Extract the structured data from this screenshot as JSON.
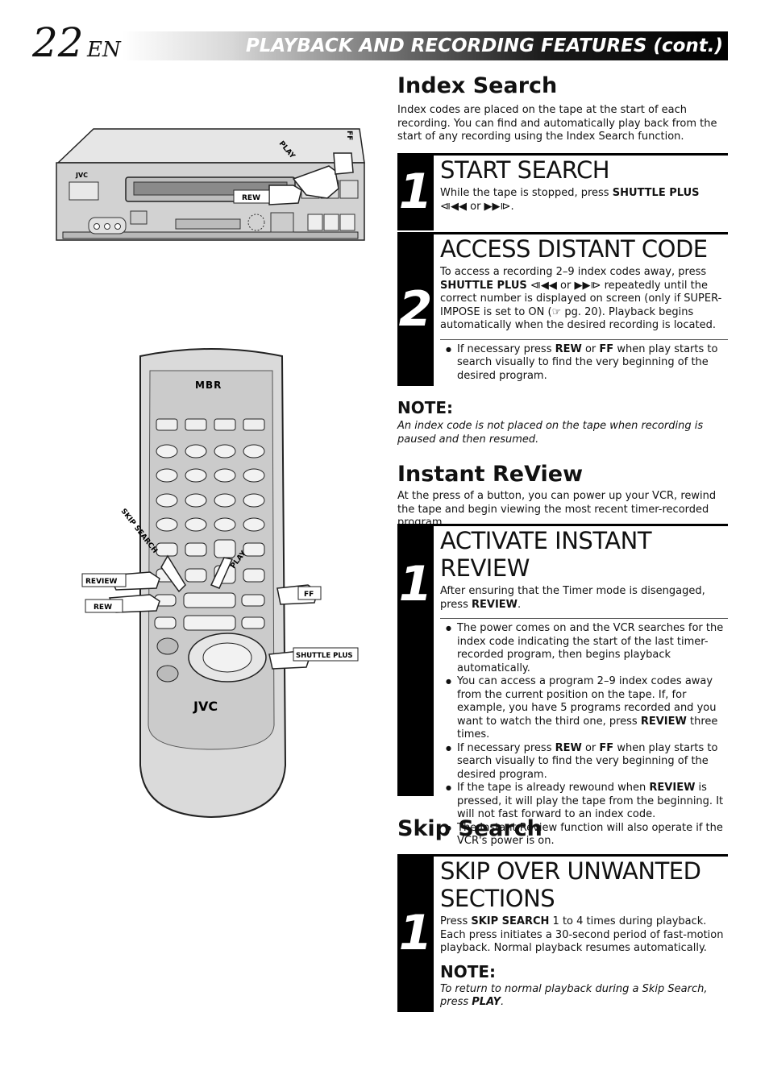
{
  "header": {
    "page_number": "22",
    "lang": "EN",
    "title": "PLAYBACK AND RECORDING FEATURES (cont.)"
  },
  "index_search": {
    "heading": "Index Search",
    "intro": "Index codes are placed on the tape at the start of each recording. You can find and automatically play back from the start of any recording using the Index Search function.",
    "step1": {
      "num": "1",
      "title": "START SEARCH",
      "t1": "While the tape is stopped, press ",
      "b1": "SHUTTLE PLUS",
      "t2": " ⧏◀◀ or ▶▶⧐."
    },
    "step2": {
      "num": "2",
      "title": "ACCESS DISTANT CODE",
      "t1": "To access a recording 2–9 index codes away, press ",
      "b1": "SHUTTLE PLUS",
      "t2": " ⧏◀◀ or ▶▶⧐ repeatedly until the correct number is displayed on screen (only if SUPER-IMPOSE is set to ON (☞ pg. 20). Playback begins automatically when the desired recording is located.",
      "bullet": {
        "t1": "If necessary press ",
        "b1": "REW",
        "t2": " or ",
        "b2": "FF",
        "t3": " when play starts to search visually to find the very beginning of the desired program."
      }
    },
    "note_heading": "NOTE:",
    "note": "An index code is not placed on the tape when recording is paused and then resumed."
  },
  "instant_review": {
    "heading": "Instant ReView",
    "intro": "At the press of a button, you can power up your VCR, rewind the tape and begin viewing the most recent timer-recorded program.",
    "step": {
      "num": "1",
      "title": "ACTIVATE INSTANT REVIEW",
      "t1": "After ensuring that the Timer mode is disengaged, press ",
      "b1": "REVIEW",
      "t2": ".",
      "bullets": [
        {
          "t1": "The power comes on and the VCR searches for the index code indicating the start of the last timer-recorded program, then begins playback automatically.",
          "b1": "",
          "t2": "",
          "b2": "",
          "t3": ""
        },
        {
          "t1": "You can access a program 2–9 index codes away from the current position on the tape. If, for example, you have 5 programs recorded and you want to watch the third one, press ",
          "b1": "REVIEW",
          "t2": " three times.",
          "b2": "",
          "t3": ""
        },
        {
          "t1": "If necessary press ",
          "b1": "REW",
          "t2": " or ",
          "b2": "FF",
          "t3": " when play starts to search visually to find the very beginning of the desired program."
        },
        {
          "t1": "If the tape is already rewound when ",
          "b1": "REVIEW",
          "t2": " is pressed, it will play the tape from the beginning. It will not fast forward to an index code.",
          "b2": "",
          "t3": ""
        },
        {
          "t1": "The Instant Review function will also operate if the VCR's power is on.",
          "b1": "",
          "t2": "",
          "b2": "",
          "t3": ""
        }
      ]
    }
  },
  "skip_search": {
    "heading": "Skip Search",
    "step": {
      "num": "1",
      "title_l1": "SKIP OVER UNWANTED",
      "title_l2": "SECTIONS",
      "t1": "Press ",
      "b1": "SKIP SEARCH",
      "t2": " 1 to 4 times during playback. Each press initiates a 30-second period of fast-motion playback. Normal playback resumes automatically.",
      "note_heading": "NOTE:",
      "note_t1": "To return to normal playback during a Skip Search, press ",
      "note_b1": "PLAY",
      "note_t2": "."
    }
  },
  "illustration_vcr": {
    "brand": "JVC",
    "label_play": "PLAY",
    "label_ff": "FF",
    "label_rew": "REW"
  },
  "illustration_remote": {
    "logo": "MBR",
    "brand": "JVC",
    "label_skip_search": "SKIP SEARCH",
    "label_play": "PLAY",
    "label_review": "REVIEW",
    "label_rew": "REW",
    "label_ff": "FF",
    "label_shuttle_plus": "SHUTTLE PLUS"
  }
}
